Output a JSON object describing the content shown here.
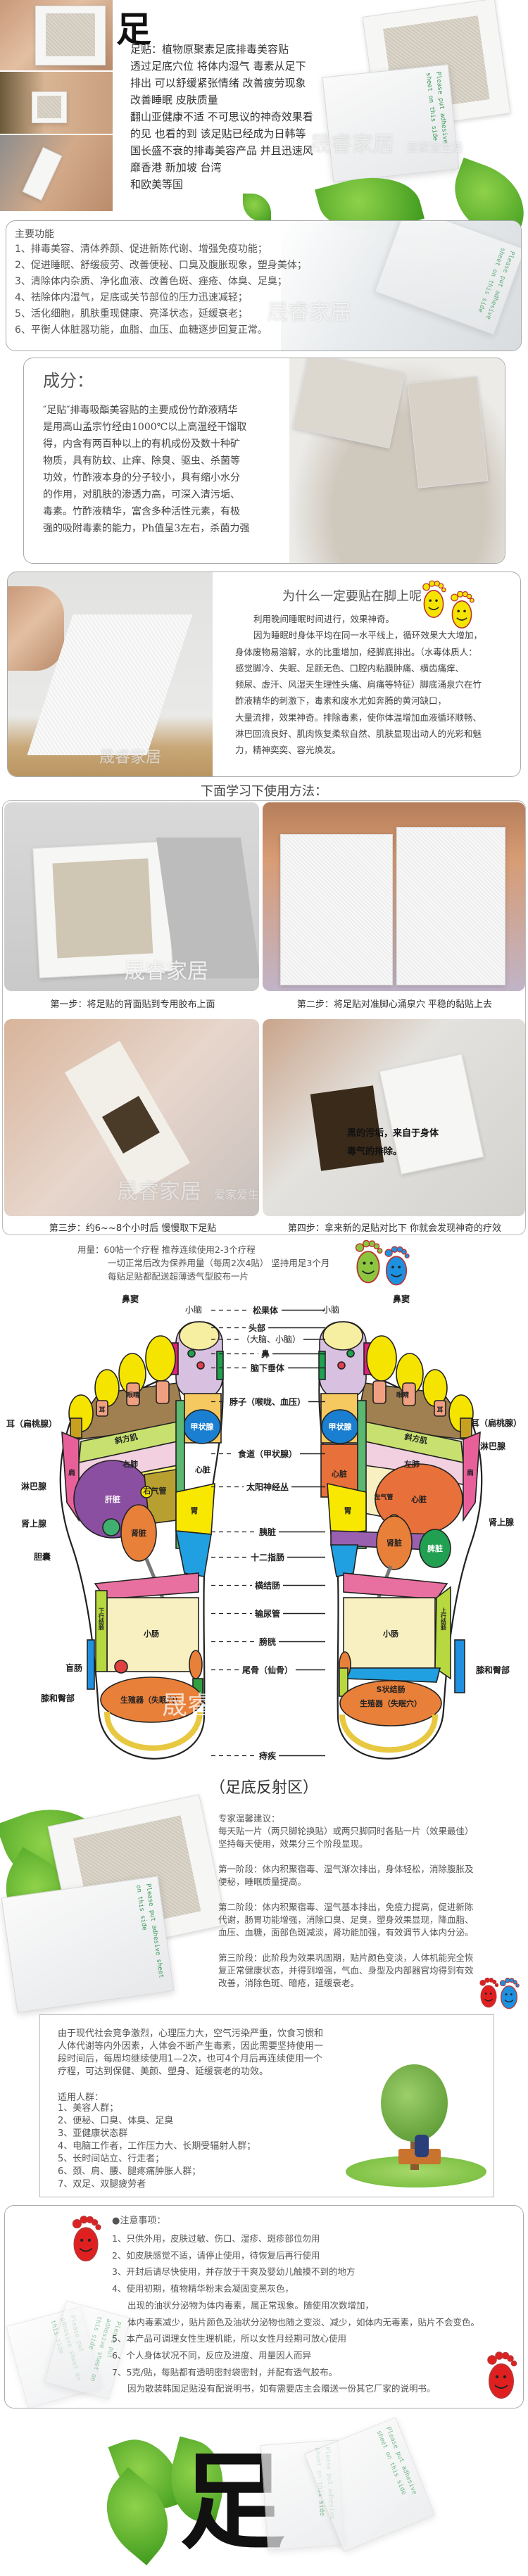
{
  "watermark": {
    "brand": "晟睿家居",
    "slogan": "爱家爱生活"
  },
  "product_print": "Please put adhesive sheet on this side",
  "hero": {
    "logo_char": "足",
    "lines": [
      "足贴：植物原聚素足底排毒美容贴",
      "透过足底穴位 将体内湿气 毒素从足下",
      "排出 可以舒缓紧张情绪 改善疲劳现象",
      "改善睡眠 皮肤质量",
      "翻山亚健康不适 不可思议的神奇效果看",
      "的见 也看的到 该足贴已经成为日韩等",
      "国长盛不衰的排毒美容产品 并且迅速风",
      "靡香港 新加坡 台湾",
      "和欧美等国"
    ]
  },
  "functions": {
    "title": "主要功能",
    "items": [
      "1、排毒美容、清体养颜、促进新陈代谢、增强免疫功能；",
      "2、促进睡眠、舒缓疲劳、改善便秘、口臭及腹胀现象，塑身美体；",
      "3、清除体内杂质、净化血液、改善色斑、痤疮、体臭、足臭；",
      "4、祛除体内湿气，足底或关节部位的压力迅速减轻；",
      "5、活化细胞，肌肤重现健康、亮泽状态，延缓衰老；",
      "6、平衡人体脏器功能，血脂、血压、血糖逐步回复正常。"
    ]
  },
  "ingredients": {
    "title": "成分：",
    "lines": [
      "″足贴″排毒吸酯美容贴的主要成份竹酢液精华",
      "是用高山孟宗竹经由1000℃以上高温经干馏取",
      "得，内含有两百种以上的有机成份及数十种矿",
      "物质，具有防蚊、止痒、除臭、驱虫、杀菌等",
      "功效，竹酢液本身的分子较小，具有缩小水分",
      "的作用，对肌肤的渗透力高，可深入清污垢、",
      "毒素。竹酢液精华，富含多种活性元素，有极",
      "强的吸附毒素的能力，Ph值呈3左右，杀菌力强"
    ]
  },
  "why": {
    "title": "为什么一定要贴在脚上呢",
    "lines": [
      "利用晚间睡眠时间进行，效果神奇。",
      "因为睡眠时身体平均在同一水平线上，循环效果大大增加，",
      "身体废物易溶解，水的比重增加，经脚底排出。（水毒体质人：",
      "感觉脚冷、失眠、足颜无色、口腔内粘膜肿痛、横齿痛痒、",
      "频尿、虚汗、风湿天生理性头痛、肩痛等特征）脚底涌泉穴在竹",
      "酢液精华的刺激下，毒素和废水尤如奔腾的黄河缺口，",
      "大量流排，效果神奇。排除毒素，使你体温增加血液循环顺畅、",
      "淋巴回流良好、肌肉恢复柔软自然、肌肤显现出动人的光彩和魅",
      "力，精神奕奕、容光焕发。"
    ]
  },
  "usage": {
    "title": "下面学习下使用方法：",
    "steps": [
      {
        "caption": "第一步：将足贴的背面贴到专用胶布上面"
      },
      {
        "caption": "第二步：将足贴对准脚心涌泉穴 平稳的黏贴上去"
      },
      {
        "caption": "第三步：约6~~8个小时后 慢慢取下足贴"
      },
      {
        "caption": "第四步：拿来新的足贴对比下 你就会发现神奇的疗效"
      }
    ],
    "step4_note": [
      "黑的污垢，来自于身体",
      "毒气的排除。"
    ]
  },
  "dosage": {
    "lines": [
      "用量：60帖一个疗程 推荐连续使用2-3个疗程",
      "一切正常后改为保养用量（每周2次4贴） 坚持用足3个月",
      "每贴足贴都配送超薄透气型胶布一片"
    ]
  },
  "reflex_chart": {
    "title": "（足底反射区）",
    "center_labels": [
      "松果体",
      "头部",
      "（大脑、小脑）",
      "鼻",
      "脑下垂体",
      "脖子（喉咙、血压）",
      "食道（甲状腺）",
      "太阳神经丛",
      "胰脏",
      "十二指肠",
      "横结肠",
      "输尿管",
      "膀胱",
      "尾骨（仙骨）",
      "痔疾"
    ],
    "left_labels": [
      "鼻窦",
      "小脑",
      "耳（扁桃腺）",
      "淋巴腺",
      "肾上腺",
      "胆囊",
      "盲肠",
      "膝和臀部"
    ],
    "right_labels": [
      "鼻窦",
      "小脑",
      "耳（扁桃腺）",
      "淋巴腺",
      "肾上腺",
      "膝和臀部"
    ],
    "zones": {
      "eye": "眼睛",
      "ear": "耳",
      "trapezius": "斜方肌",
      "thyroid": "甲状腺",
      "right_lung": "右肺",
      "left_lung": "左肺",
      "right_bronchus": "右气管",
      "left_bronchus": "左气管",
      "heart": "心脏",
      "shoulder": "肩",
      "liver": "肝脏",
      "stomach": "胃",
      "kidney": "肾脏",
      "spleen": "脾脏",
      "small_intestine": "小肠",
      "descending_colon": "下行结肠",
      "ascending_colon": "上行结肠",
      "sigmoid_colon": "S状结肠",
      "genitals": "生殖器（失眠穴）"
    }
  },
  "advice": {
    "lines": [
      "专家温馨建议：",
      "每天贴一片（两只脚轮换贴）或两只脚同时各贴一片（效果最佳）",
      "坚持每天使用，效果分三个阶段显现。",
      "",
      "第一阶段：体内积聚宿毒、湿气渐次排出，身体轻松，消除腹胀及",
      "便秘，睡眠质量提高。",
      "",
      "第二阶段：体内积聚宿毒、湿气基本排出，免疫力提高，促进新陈",
      "代谢，肠胃功能增强，消除口臭、足臭，塑身效果显现，降血脂、",
      "血压、血糖，面部色斑减淡，肾功能加强，有效调节人体内分泌。",
      "",
      "第三阶段：此阶段为效果巩固期，贴片颜色变淡，人体机能完全恢",
      "复正常健康状态，并得到增强，气血、身型及内部器官均得到有效",
      "改善，消除色斑、暗疮，延缓衰老。"
    ]
  },
  "crowd": {
    "intro": [
      "由于现代社会竞争激烈，心理压力大，空气污染严重，饮食习惯和",
      "人体代谢等内外因素，人体会不断产生毒素，因此需要坚持使用一",
      "段时间后，每周均继续使用1—2次，也可4个月后再连续使用一个",
      "疗程，可达到保健、美颜、塑身、延缓衰老的功效。"
    ],
    "title": "适用人群：",
    "items": [
      "1、美容人群；",
      "2、便秘、口臭、体臭、足臭",
      "3、亚健康状态群",
      "4、电脑工作者，工作压力大、长期受辐射人群；",
      "5、长时间站立、行走者；",
      "6、颈、肩、腰、腿疼痛肿胀人群；",
      "7、双足、双腿疲劳者"
    ]
  },
  "notes": {
    "title": "●注意事项：",
    "lines": [
      "1、只供外用，皮肤过敏、伤口、湿疹、斑疹部位勿用",
      "2、如皮肤感觉不适，请停止使用，待恢复后再行使用",
      "3、开封后请尽快使用，并存放于干爽及婴幼儿触摸不到的地方",
      "4、使用初期，植物精华粉末会凝固变黑灰色，",
      "出现的油状分泌物为体内毒素，属正常现象。随使用次数增加，",
      "体内毒素减少，贴片颜色及油状分泌物也随之变淡、减少，如体内无毒素，贴片不会变色。",
      "5、本产品可调理女性生理机能，所以女性月经期可放心使用",
      "6、个人身体状况不同，反应及进度、用量因人而异",
      "7、5克/贴，每贴都有透明密封袋密封，并配有透气胶布。",
      "因为散装韩国足贴没有配说明书，如有需要店主会赠送一份其它厂家的说明书。"
    ]
  },
  "colors": {
    "leaf_green": "#5cb82e",
    "yellow_foot": "#f5e400",
    "green_foot": "#8cc63f",
    "blue_foot": "#1e90e0",
    "red_foot": "#e02020",
    "print_green": "#3a9a5a"
  }
}
